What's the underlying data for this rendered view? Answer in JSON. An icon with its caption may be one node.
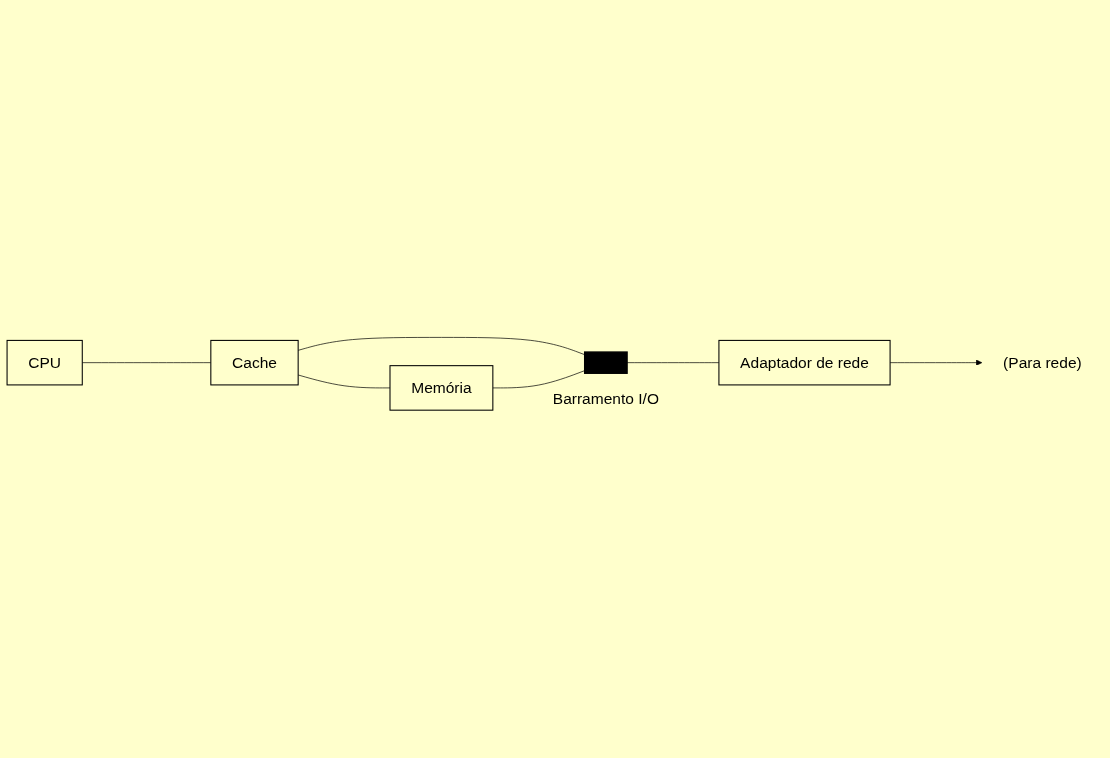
{
  "diagram": {
    "nodes": [
      {
        "text": [
          "CPU"
        ]
      },
      {
        "text": [
          "Cache"
        ]
      },
      {
        "text": [
          "Memória"
        ]
      },
      {
        "text": [],
        "shape": "bar",
        "beside": [
          "Barramento I/O"
        ]
      },
      {
        "text": [
          "Adaptador de rede"
        ]
      },
      {
        "text": [
          "(Para rede)"
        ]
      }
    ],
    "edges": [
      {
        "from": 0,
        "to": 1,
        "arrow": "none"
      },
      {
        "from": 1,
        "to": 2,
        "arrow": "none"
      },
      {
        "from": 1,
        "to": 3,
        "arrow": "none"
      },
      {
        "from": 2,
        "to": 3,
        "arrow": "none"
      },
      {
        "from": 3,
        "to": 4,
        "arrow": "none"
      },
      {
        "from": 4,
        "to": 5,
        "arrow": "to"
      }
    ]
  }
}
